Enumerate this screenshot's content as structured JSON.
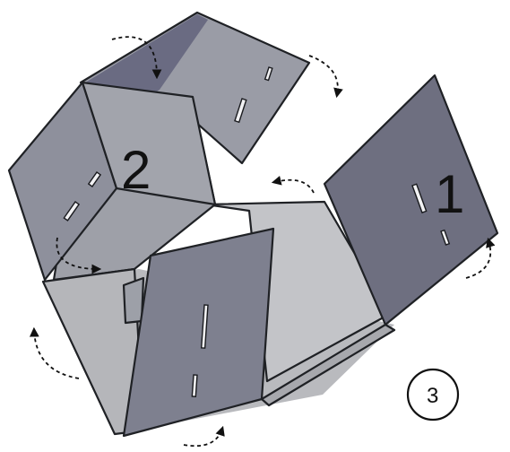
{
  "diagram": {
    "panel_labels": {
      "panel_1": "1",
      "panel_2": "2"
    },
    "step_badge": "3",
    "colors": {
      "panel_face": "#8d8f9c",
      "panel_face_light": "#a3a5ad",
      "panel_face_dark": "#6c6d7d",
      "inner_shadow": "#6a6b82",
      "floor": "#b8b9bd",
      "edge": "#1f2125",
      "slot_fill": "#f2f2f4"
    },
    "icons": [
      "curved-dashed-arrow-icon"
    ]
  }
}
